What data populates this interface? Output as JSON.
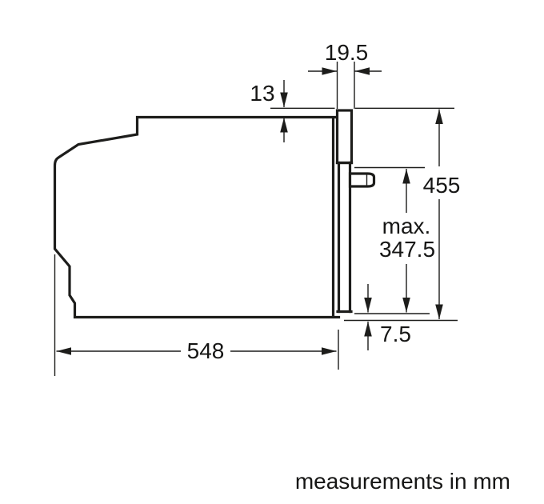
{
  "diagram": {
    "type": "appliance-installation-side-profile",
    "caption": "measurements in mm",
    "unit": "mm",
    "colors": {
      "line": "#1d1d1b",
      "text": "#161615",
      "background": "#ffffff"
    },
    "labels": {
      "frame_depth": "19.5",
      "top_offset": "13",
      "front_height": "455",
      "door_swing_prefix": "max.",
      "door_swing_value": "347.5",
      "bottom_gap": "7.5",
      "body_depth": "548"
    }
  }
}
